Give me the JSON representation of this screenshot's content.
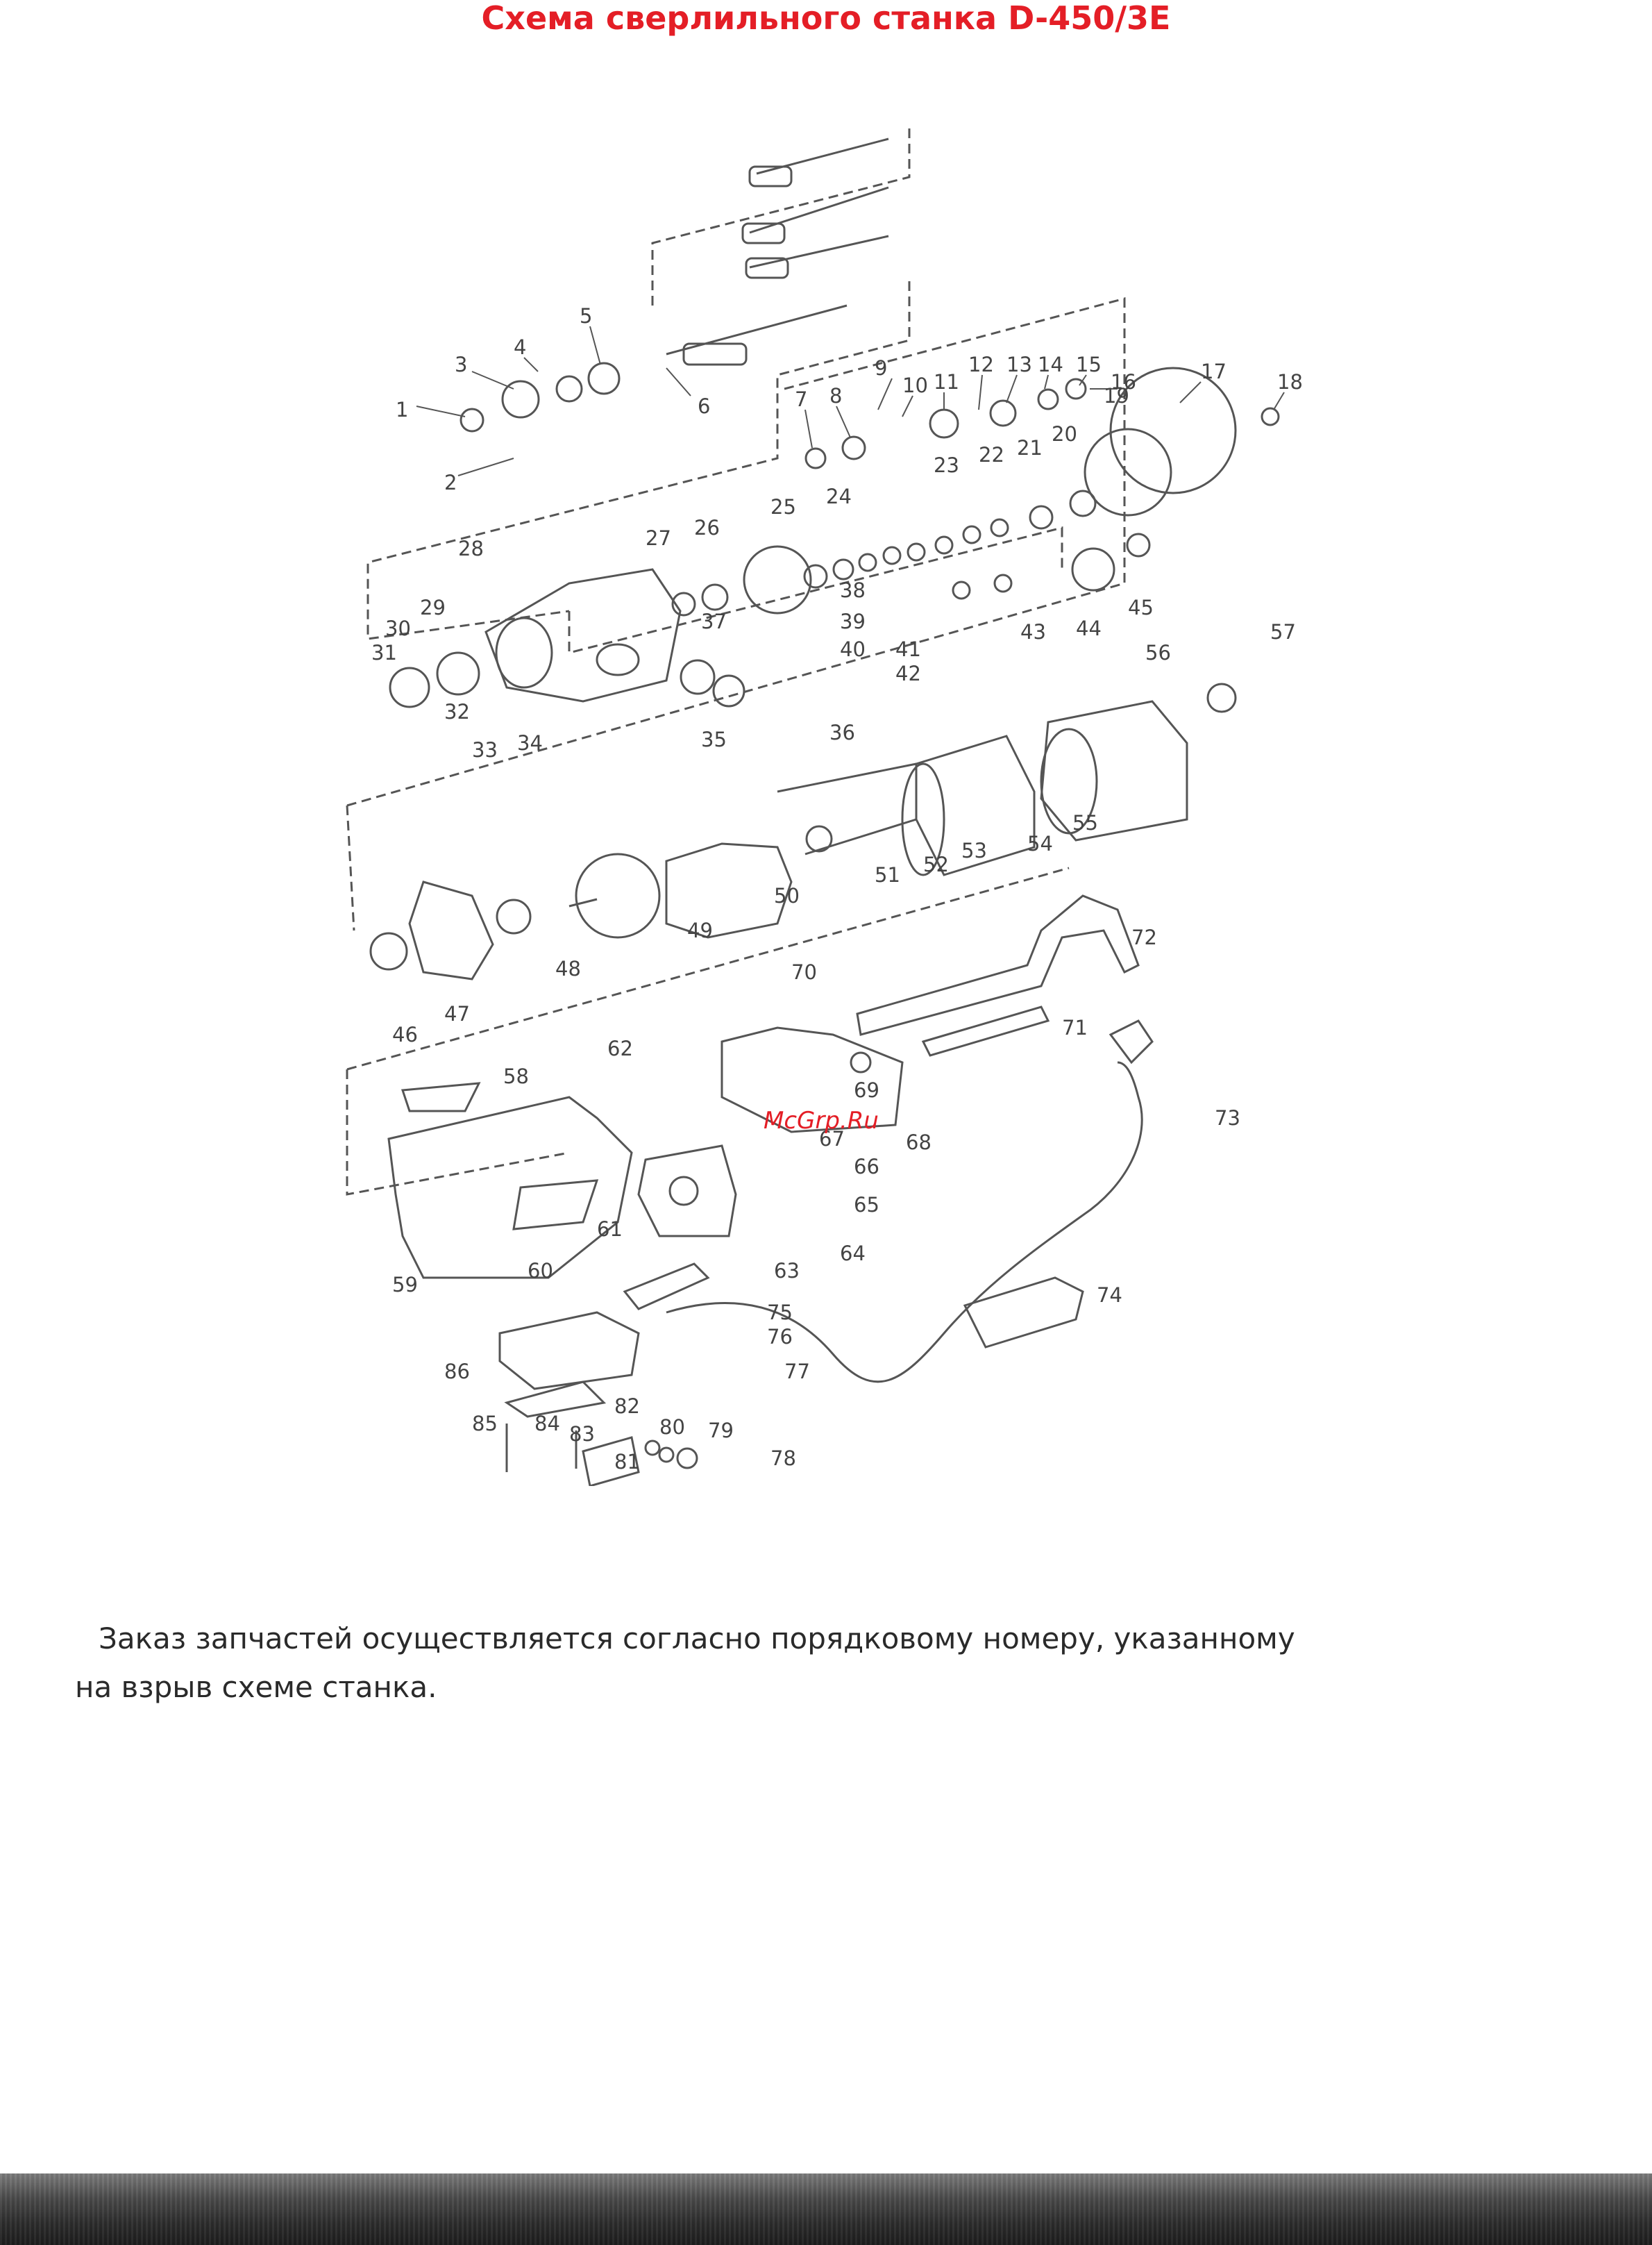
{
  "title": "Схема сверлильного станка D-450/3E",
  "watermark": "McGrp.Ru",
  "description_line1": "Заказ запчастей осуществляется согласно порядковому номеру, указанному",
  "description_line2": "на взрыв схеме станка.",
  "colors": {
    "title": "#e41e26",
    "text": "#2a2a2a",
    "drawing": "#444444"
  },
  "part_labels": [
    "1",
    "2",
    "3",
    "4",
    "5",
    "6",
    "7",
    "8",
    "9",
    "10",
    "11",
    "12",
    "13",
    "14",
    "15",
    "16",
    "17",
    "18",
    "19",
    "20",
    "21",
    "22",
    "23",
    "24",
    "25",
    "26",
    "27",
    "28",
    "29",
    "30",
    "31",
    "32",
    "33",
    "34",
    "35",
    "36",
    "37",
    "38",
    "39",
    "40",
    "41",
    "42",
    "43",
    "44",
    "45",
    "46",
    "47",
    "48",
    "49",
    "50",
    "51",
    "52",
    "53",
    "54",
    "55",
    "56",
    "57",
    "58",
    "59",
    "60",
    "61",
    "62",
    "63",
    "64",
    "65",
    "66",
    "67",
    "68",
    "69",
    "70",
    "71",
    "72",
    "73",
    "74",
    "75",
    "76",
    "77",
    "78",
    "79",
    "80",
    "81",
    "82",
    "83",
    "84",
    "85",
    "86"
  ]
}
